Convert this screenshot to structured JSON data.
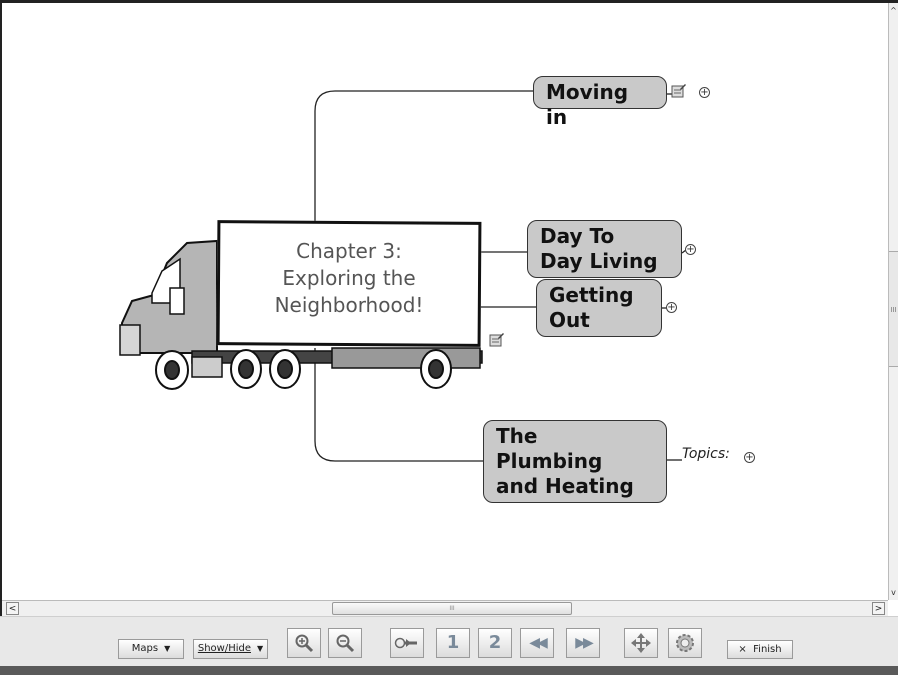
{
  "mindmap": {
    "central_topic": {
      "line1": "Chapter 3:",
      "line2": "Exploring the",
      "line3": "Neighborhood!"
    },
    "topics": [
      {
        "label": "Moving in"
      },
      {
        "label_line1": "Day To",
        "label_line2": "Day Living"
      },
      {
        "label_line1": "Getting",
        "label_line2": "Out"
      },
      {
        "label_line1": "The",
        "label_line2": "Plumbing",
        "label_line3": "and Heating"
      }
    ],
    "topics_label": "Topics:",
    "expand_symbol": "+",
    "icons": [
      "truck-image",
      "note-icon",
      "expand-icon"
    ]
  },
  "scrollbars": {
    "left_arrow": "<",
    "right_arrow": ">",
    "up_arrow": "^",
    "down_arrow": "v",
    "grip": "III"
  },
  "toolbar": {
    "maps_label": "Maps",
    "showhide_label": "Show/Hide",
    "zoom_in_icon": "zoom-in-icon",
    "zoom_out_icon": "zoom-out-icon",
    "key_icon": "key-icon",
    "level1_label": "1",
    "level2_label": "2",
    "rewind_label": "◀◀",
    "forward_label": "▶▶",
    "move_icon": "move-icon",
    "settings_icon": "gear-icon",
    "finish_symbol": "×",
    "finish_label": "Finish"
  },
  "colors": {
    "node_fill": "#c9c9c9",
    "node_border": "#333333",
    "toolbar_bg": "#e8e8e8",
    "truck_cab": "#b5b5b5"
  }
}
